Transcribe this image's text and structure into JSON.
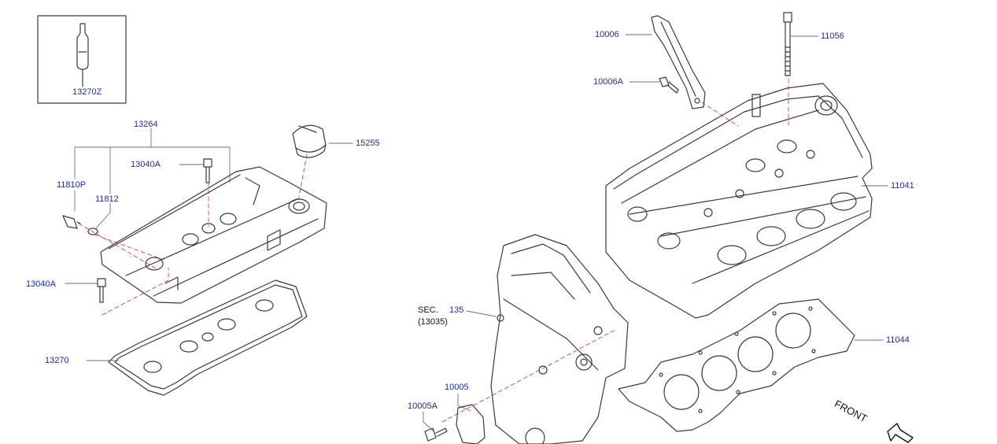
{
  "colors": {
    "callout": "#1f2a9c",
    "outline": "#3a3a3a",
    "dashed_leader": "#e05050",
    "background": "#ffffff"
  },
  "labels": {
    "p13270Z": "13270Z",
    "p13264": "13264",
    "p11810P": "11810P",
    "p11812": "11812",
    "p13040A_top": "13040A",
    "p13040A_left": "13040A",
    "p15255": "15255",
    "p13270": "13270",
    "p10006": "10006",
    "p10006A": "10006A",
    "p11056": "11056",
    "p11041": "11041",
    "p11044": "11044",
    "sec_prefix": "SEC.",
    "sec_num": "135",
    "sec_sub": "(13035)",
    "p10005": "10005",
    "p10005A": "10005A",
    "front": "FRONT"
  },
  "icons": {
    "front_arrow": "front-arrow-icon"
  }
}
